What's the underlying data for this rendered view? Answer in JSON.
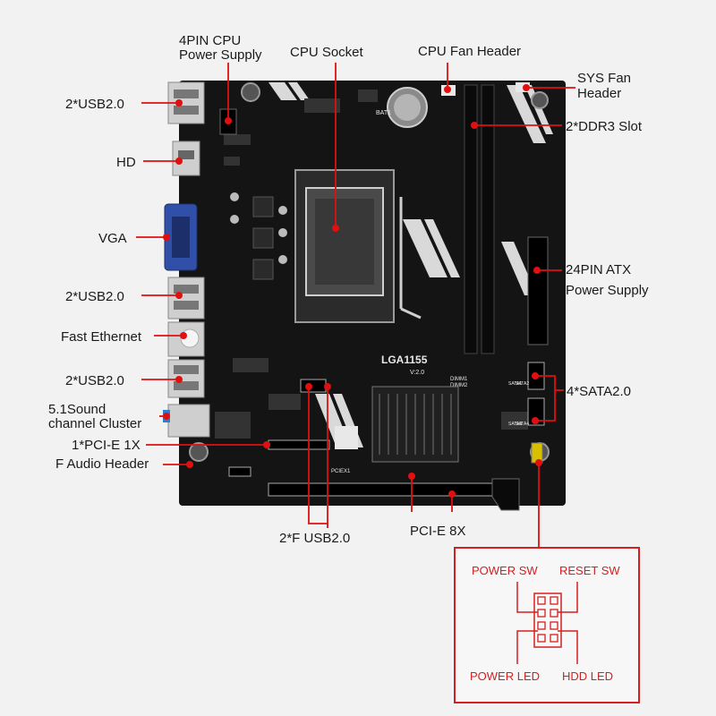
{
  "labels": {
    "cpu_power": [
      "4PIN CPU",
      "Power Supply"
    ],
    "cpu_socket": "CPU Socket",
    "cpu_fan": "CPU Fan Header",
    "sys_fan": [
      "SYS Fan",
      "Header"
    ],
    "usb_top": "2*USB2.0",
    "ddr3": "2*DDR3 Slot",
    "hd": "HD",
    "vga": "VGA",
    "usb_mid": "2*USB2.0",
    "atx24": [
      "24PIN ATX",
      "Power Supply"
    ],
    "ethernet": "Fast Ethernet",
    "usb_low": "2*USB2.0",
    "sata": "4*SATA2.0",
    "sound": [
      "5.1Sound",
      "channel Cluster"
    ],
    "pcie1x": "1*PCI-E 1X",
    "faudio": "F Audio Header",
    "fusb": "2*F USB2.0",
    "pcie8x": "PCI-E 8X"
  },
  "board_silk": {
    "socket_name": "LGA1155",
    "version": "V:2.0",
    "battery": "BAT1",
    "dimm1": "DIMM1",
    "dimm2": "DIMM2",
    "pciex1": "PCIEX1",
    "sata1": "SATA1",
    "sata2": "SATA2",
    "sata3": "SATA3",
    "sata4": "SATA4"
  },
  "panel": {
    "power_sw": "POWER SW",
    "reset_sw": "RESET SW",
    "power_led": "POWER LED",
    "hdd_led": "HDD  LED"
  },
  "colors": {
    "lead": "#e01010",
    "board": "#141414",
    "vga_port": "#2f4fa8"
  }
}
